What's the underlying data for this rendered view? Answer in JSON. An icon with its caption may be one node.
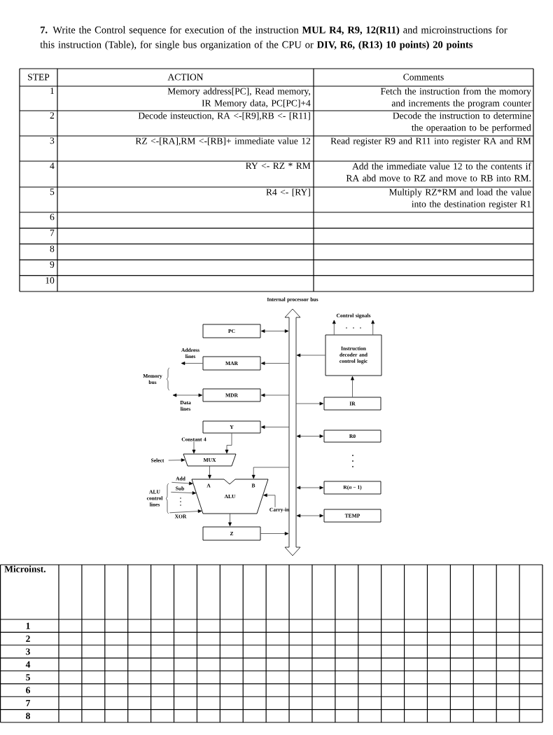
{
  "diagram": {
    "title": "**7.** Write the Control sequence for execution of the instruction **MUL R4, R9, 12(R11)** and microinstructions for this instruction (Table), for single bus organization of the CPU or **DIV, R6, (R13)** **10 points)** **20 points**",
    "nodes": [
      {
        "text": [
          "Internal processor bus"
        ]
      },
      {
        "text": [
          "PC"
        ]
      },
      {
        "text": [
          "MAR"
        ]
      },
      {
        "text": [
          "MDR"
        ]
      },
      {
        "text": [
          "Y"
        ]
      },
      {
        "text": [
          "MUX"
        ]
      },
      {
        "text": [
          "A",
          "B",
          "ALU"
        ]
      },
      {
        "text": [
          "Z"
        ]
      },
      {
        "text": [
          "Control signals"
        ]
      },
      {
        "text": [
          "Instruction decoder and control logic"
        ]
      },
      {
        "text": [
          "IR"
        ]
      },
      {
        "text": [
          "R0"
        ]
      },
      {
        "text": [
          "R(*n* − 1)"
        ]
      },
      {
        "text": [
          "TEMP"
        ]
      },
      {
        "text": [
          "Address lines"
        ]
      },
      {
        "text": [
          "Data lines"
        ]
      },
      {
        "text": [
          "Constant 4"
        ]
      },
      {
        "text": [
          "Select"
        ]
      },
      {
        "text": [
          "Add"
        ]
      },
      {
        "text": [
          "Sub"
        ]
      },
      {
        "text": [
          "XOR"
        ]
      },
      {
        "text": [
          "Carry-in"
        ]
      }
    ],
    "edges": [
      {
        "from": 0,
        "to": 1,
        "arrow": "both"
      },
      {
        "from": 0,
        "to": 2,
        "arrow": "to"
      },
      {
        "from": 0,
        "to": 3,
        "arrow": "to"
      },
      {
        "from": 0,
        "to": 4,
        "arrow": "to"
      },
      {
        "from": 0,
        "to": 6,
        "arrow": "to"
      },
      {
        "from": 7,
        "to": 0,
        "arrow": "to"
      },
      {
        "from": 9,
        "to": 0,
        "arrow": "to"
      },
      {
        "from": 0,
        "to": 10,
        "arrow": "to"
      },
      {
        "from": 0,
        "to": 11,
        "arrow": "both"
      },
      {
        "from": 0,
        "to": 12,
        "arrow": "both"
      },
      {
        "from": 0,
        "to": 13,
        "arrow": "both"
      },
      {
        "from": 10,
        "to": 9,
        "arrow": "to"
      },
      {
        "from": 9,
        "to": 8,
        "arrow": "to"
      },
      {
        "from": 9,
        "to": 8,
        "arrow": "to"
      },
      {
        "from": 2,
        "to": 14,
        "arrow": "to"
      },
      {
        "from": 3,
        "to": 15,
        "arrow": "both"
      },
      {
        "from": 16,
        "to": 5,
        "arrow": "to"
      },
      {
        "from": 4,
        "to": 5,
        "arrow": "to"
      },
      {
        "from": 17,
        "to": 5,
        "arrow": "to"
      },
      {
        "from": 5,
        "to": 6,
        "arrow": "to"
      },
      {
        "from": 18,
        "to": 6,
        "arrow": "to"
      },
      {
        "from": 19,
        "to": 6,
        "arrow": "to"
      },
      {
        "from": 20,
        "to": 6,
        "arrow": "to"
      },
      {
        "from": 21,
        "to": 6,
        "arrow": "to"
      },
      {
        "from": 6,
        "to": 7,
        "arrow": "to"
      }
    ],
    "labels": [
      "STEP",
      "ACTION",
      "Comments",
      "1",
      "Memory address[PC], Read memory, IR Memory data, PC[PC]+4",
      "Fetch the instruction from the momory and increments the program counter",
      "2",
      "Decode insteuction, RA <-[R9],RB <- [R11]",
      "Decode the instruction to determine the operaation to be performed",
      "3",
      "RZ <-[RA],RM <-[RB]+ immediate value 12",
      "Read register R9 and R11 into register RA and RM",
      "4",
      "RY <- RZ * RM",
      "Add the immediate value 12 to the contents if RA abd move to RZ and move to RB into RM.",
      "5",
      "R4 <- [RY]",
      "Multiply RZ*RM and load the value into the destination register R1",
      "6",
      "7",
      "8",
      "9",
      "10",
      "Memory bus",
      "ALU control lines",
      "Microinst.",
      "1",
      "2",
      "3",
      "4",
      "5",
      "6",
      "7",
      "8"
    ]
  }
}
